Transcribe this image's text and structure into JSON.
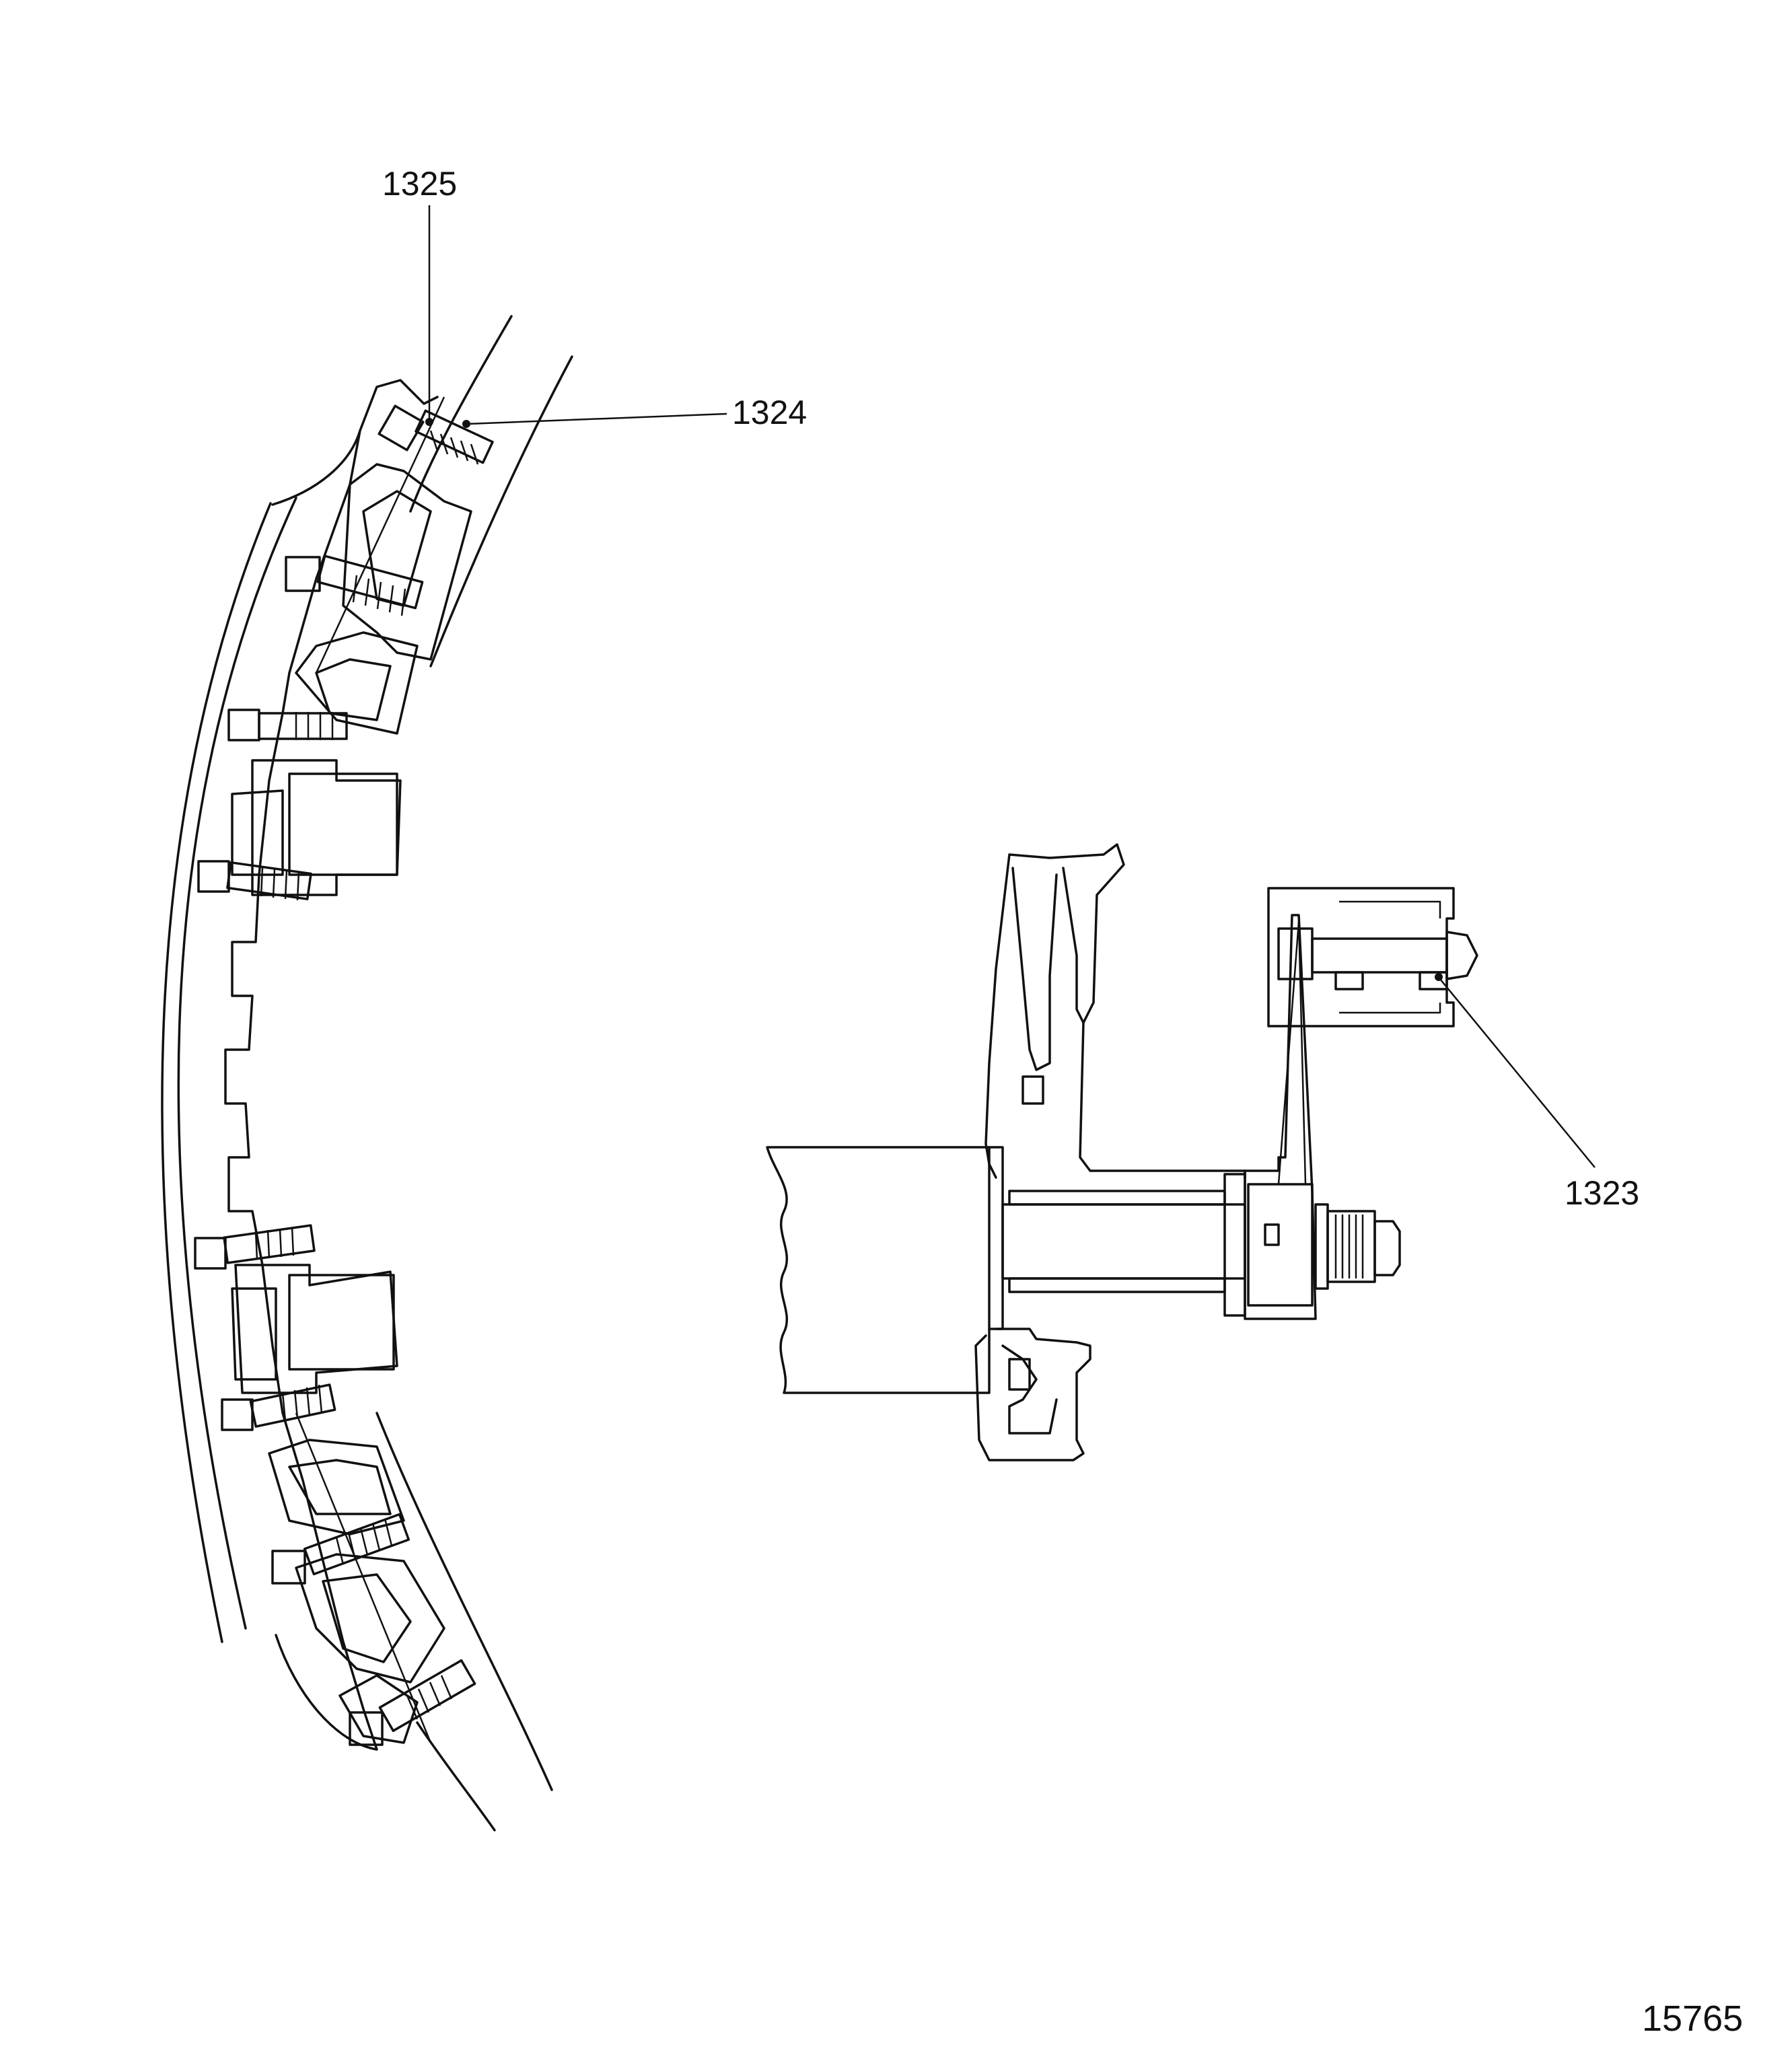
{
  "callouts": {
    "c1325": "1325",
    "c1324": "1324",
    "c1323": "1323"
  },
  "figure_number": "15765",
  "colors": {
    "ink": "#111111",
    "paper": "#ffffff"
  }
}
